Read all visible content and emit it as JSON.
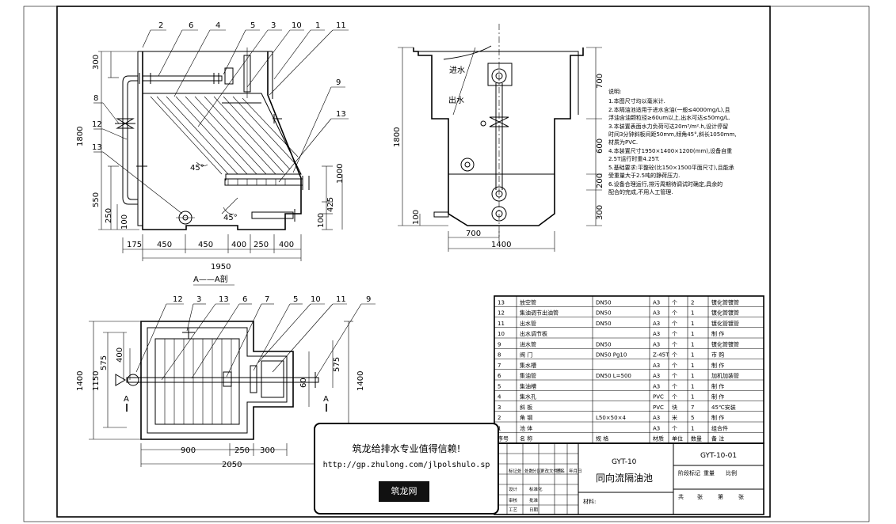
{
  "drawing": {
    "elev_left_dims": {
      "h_300": "300",
      "h_1800": "1800",
      "h_550": "550",
      "h_250": "250",
      "h_100": "100",
      "h_1000": "1000",
      "h_425": "425",
      "h_100b": "100",
      "b_175": "175",
      "b_450a": "450",
      "b_450b": "450",
      "b_400a": "400",
      "b_250": "250",
      "b_400b": "400",
      "total": "1950",
      "angle1": "45°",
      "angle2": "45°"
    },
    "elev_left_callouts": [
      "2",
      "6",
      "4",
      "5",
      "3",
      "10",
      "1",
      "11",
      "9",
      "13",
      "8",
      "12",
      "13"
    ],
    "elev_right_dims": {
      "h_1800": "1800",
      "h_100": "100",
      "h_700": "700",
      "h_600": "600",
      "h_200": "200",
      "h_300": "300",
      "w_700": "700",
      "w_1400": "1400",
      "inlet": "进水",
      "outlet": "出水"
    },
    "plan_title": "A——A剖",
    "plan_callouts": [
      "12",
      "3",
      "13",
      "6",
      "7",
      "5",
      "10",
      "11",
      "9"
    ],
    "plan_dims": {
      "h_1400": "1400",
      "h_1150": "1150",
      "h_575": "575",
      "h_400": "400",
      "h_575b": "575",
      "h_60": "60",
      "h_1400b": "1400",
      "w_900": "900",
      "w_250": "250",
      "w_300": "300",
      "w_2050": "2050",
      "sec_a": "A",
      "sec_a2": "A"
    }
  },
  "notes": [
    "说明:",
    "1.本图尺寸均以毫米计.",
    "2.本隔油池适用于进水含油(一般≤4000mg/L),且",
    "  浮油含油颗粒径≥60um以上,出水可达≤50mg/L.",
    "3.本装置表面水力负荷可达20m³/m².h,设计停留",
    "  时间3分钟斜板间距50mm,倾角45°,斜长1050mm,",
    "  材质为PVC.",
    "4.本装置尺寸1950×1400×1200(mm),设备自重",
    "  2.5T运行时重4.25T.",
    "5.基础要求:平整砼(比150×1500平面尺寸),且能承",
    "  受重量大于2.5吨的静荷压力.",
    "6.设备合理运行,排污周期待调试时确定,具余的",
    "  配合的完成,不用人工管理."
  ],
  "bom": {
    "rows": [
      {
        "no": "13",
        "name": "放空管",
        "spec": "DN50",
        "mat": "A3",
        "unit": "个",
        "qty": "2",
        "remark": "镀化管镀管"
      },
      {
        "no": "12",
        "name": "集油调节出油管",
        "spec": "DN50",
        "mat": "A3",
        "unit": "个",
        "qty": "1",
        "remark": "镀化管镀管"
      },
      {
        "no": "11",
        "name": "出水管",
        "spec": "DN50",
        "mat": "A3",
        "unit": "个",
        "qty": "1",
        "remark": "镀化管镀管"
      },
      {
        "no": "10",
        "name": "出水调节板",
        "spec": "",
        "mat": "A3",
        "unit": "个",
        "qty": "1",
        "remark": "制 作"
      },
      {
        "no": "9",
        "name": "进水管",
        "spec": "DN50",
        "mat": "A3",
        "unit": "个",
        "qty": "1",
        "remark": "镀化管镀管"
      },
      {
        "no": "8",
        "name": "阀 门",
        "spec": "DN50 Pg10",
        "mat": "Z-45T",
        "unit": "个",
        "qty": "1",
        "remark": "市 购"
      },
      {
        "no": "7",
        "name": "集水槽",
        "spec": "",
        "mat": "A3",
        "unit": "个",
        "qty": "1",
        "remark": "制 作"
      },
      {
        "no": "6",
        "name": "集油管",
        "spec": "DN50 L=500",
        "mat": "A3",
        "unit": "个",
        "qty": "1",
        "remark": "加机加装管"
      },
      {
        "no": "5",
        "name": "集油槽",
        "spec": "",
        "mat": "A3",
        "unit": "个",
        "qty": "1",
        "remark": "制 作"
      },
      {
        "no": "4",
        "name": "集水孔",
        "spec": "",
        "mat": "PVC",
        "unit": "个",
        "qty": "1",
        "remark": "制 作"
      },
      {
        "no": "3",
        "name": "斜 板",
        "spec": "",
        "mat": "PVC",
        "unit": "块",
        "qty": "7",
        "remark": "45℃安装"
      },
      {
        "no": "2",
        "name": "角 钢",
        "spec": "L50×50×4",
        "mat": "A3",
        "unit": "米",
        "qty": "5",
        "remark": "制 作"
      },
      {
        "no": "1",
        "name": "池 体",
        "spec": "",
        "mat": "A3",
        "unit": "个",
        "qty": "1",
        "remark": "组合件"
      }
    ],
    "header": {
      "no": "序号",
      "name": "名 称",
      "spec": "规 格",
      "mat": "材质",
      "unit": "单位",
      "qty": "数量",
      "remark": "备 注"
    }
  },
  "title_block": {
    "code": "GYT-10",
    "name": "同向流隔油池",
    "drawing_no": "GYT-10-01",
    "material_label": "材料:",
    "row_labels": [
      "标记处",
      "处数",
      "分区",
      "更改文件号",
      "签名",
      "年月日",
      "设计",
      "审核",
      "工艺",
      "标准化",
      "批准",
      "日期"
    ],
    "right_labels": [
      "阶段标记",
      "重量",
      "比例",
      "共",
      "张",
      "第",
      "张"
    ]
  },
  "watermark": {
    "line1": "筑龙给排水专业值得信赖!",
    "line2": "http://gp.zhulong.com/jlpolshulo.sp",
    "logo": "筑龙网"
  }
}
